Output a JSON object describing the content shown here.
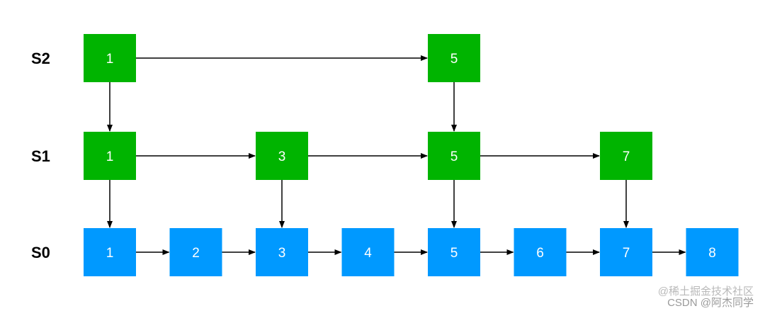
{
  "colors": {
    "upper": "#00b400",
    "base": "#0099ff",
    "arrow": "#000000",
    "text": "#ffffff"
  },
  "levels": [
    {
      "id": "S2",
      "label": "S2",
      "color": "upper",
      "nodes": [
        "1",
        "5"
      ]
    },
    {
      "id": "S1",
      "label": "S1",
      "color": "upper",
      "nodes": [
        "1",
        "3",
        "5",
        "7"
      ]
    },
    {
      "id": "S0",
      "label": "S0",
      "color": "base",
      "nodes": [
        "1",
        "2",
        "3",
        "4",
        "5",
        "6",
        "7",
        "8"
      ]
    }
  ],
  "down_links": [
    {
      "from": "S2",
      "to": "S1",
      "value": "1"
    },
    {
      "from": "S2",
      "to": "S1",
      "value": "5"
    },
    {
      "from": "S1",
      "to": "S0",
      "value": "1"
    },
    {
      "from": "S1",
      "to": "S0",
      "value": "3"
    },
    {
      "from": "S1",
      "to": "S0",
      "value": "5"
    },
    {
      "from": "S1",
      "to": "S0",
      "value": "7"
    }
  ],
  "watermark": {
    "line1": "@稀土掘金技术社区",
    "line2": "CSDN @阿杰同学"
  }
}
